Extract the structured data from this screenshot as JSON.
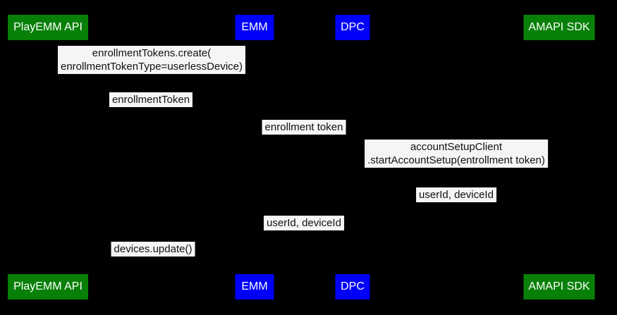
{
  "diagram_type": "sequence-diagram",
  "colors": {
    "bg": "#000000",
    "actor_green": "#088008",
    "actor_blue": "#0000fa",
    "actor_text": "#ffffff",
    "label_bg": "#f5f5f5",
    "label_text": "#111111"
  },
  "actors": {
    "playemm": "PlayEMM API",
    "emm": "EMM",
    "dpc": "DPC",
    "amapi": "AMAPI SDK"
  },
  "messages": {
    "m1_line1": "enrollmentTokens.create(",
    "m1_line2": "enrollmentTokenType=userlessDevice)",
    "m2": "enrollmentToken",
    "m3": "enrollment token",
    "m4_line1": "accountSetupClient",
    "m4_line2": ".startAccountSetup(entrollment token)",
    "m5": "userId, deviceId",
    "m6": "userId, deviceId",
    "m7": "devices.update()"
  }
}
